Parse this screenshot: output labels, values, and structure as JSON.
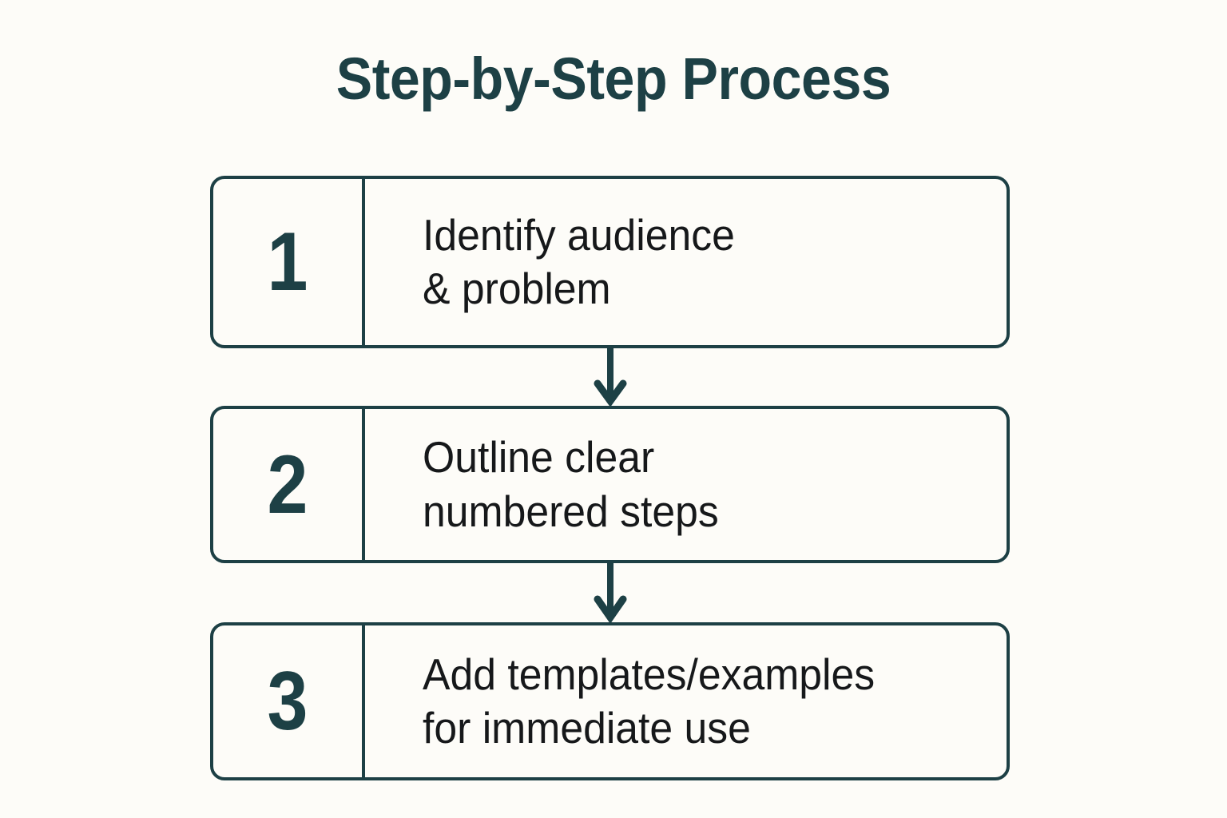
{
  "page": {
    "background_color": "#FDFCF8",
    "accent_color": "#1D4045",
    "text_color": "#16181A"
  },
  "title": "Step-by-Step Process",
  "steps": [
    {
      "number": "1",
      "text": "Identify audience\n& problem"
    },
    {
      "number": "2",
      "text": "Outline clear\nnumbered steps"
    },
    {
      "number": "3",
      "text": "Add templates/examples\nfor immediate use"
    }
  ],
  "connectors": [
    {
      "icon": "arrow-down-icon"
    },
    {
      "icon": "arrow-down-icon"
    }
  ]
}
